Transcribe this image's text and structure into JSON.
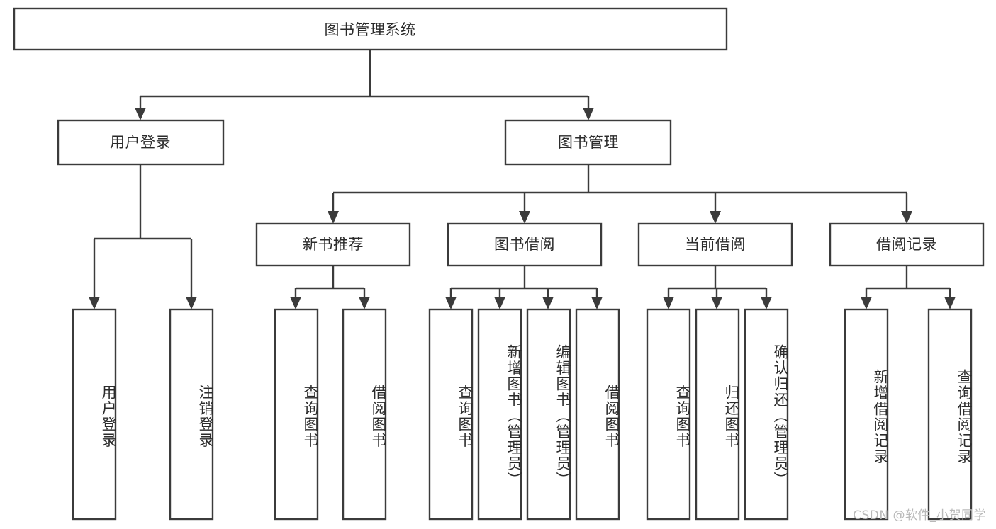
{
  "diagram": {
    "title": "图书管理系统",
    "type": "tree-hierarchy",
    "watermark": "CSDN @软件_小贺同学",
    "colors": {
      "stroke": "#3b3b3b",
      "fill": "#ffffff",
      "text": "#2b2b2b",
      "watermark": "#b9b9b9"
    },
    "root": {
      "label": "图书管理系统"
    },
    "level2": [
      {
        "label": "用户登录"
      },
      {
        "label": "图书管理"
      }
    ],
    "level3": [
      {
        "label": "新书推荐"
      },
      {
        "label": "图书借阅"
      },
      {
        "label": "当前借阅"
      },
      {
        "label": "借阅记录"
      }
    ],
    "leaves": {
      "user_login": [
        {
          "label": "用户登录"
        },
        {
          "label": "注销登录"
        }
      ],
      "new_book_recommend": [
        {
          "label": "查询图书"
        },
        {
          "label": "借阅图书"
        }
      ],
      "book_borrow": [
        {
          "label": "查询图书"
        },
        {
          "label": "新增图书（管理员）"
        },
        {
          "label": "编辑图书（管理员）"
        },
        {
          "label": "借阅图书"
        }
      ],
      "current_borrow": [
        {
          "label": "查询图书"
        },
        {
          "label": "归还图书"
        },
        {
          "label": "确认归还（管理员）"
        }
      ],
      "borrow_record": [
        {
          "label": "新增借阅记录"
        },
        {
          "label": "查询借阅记录"
        }
      ]
    }
  }
}
